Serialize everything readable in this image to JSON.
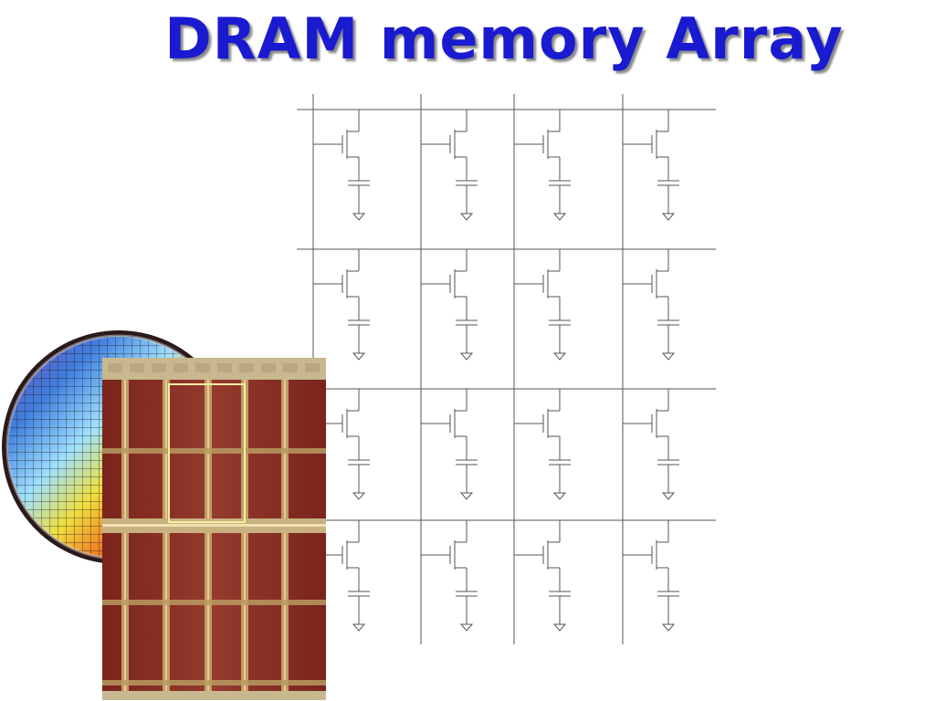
{
  "slide": {
    "title": "DRAM memory Array",
    "title_color": "#1a1ad0"
  },
  "diagram": {
    "rows": 4,
    "columns": 4,
    "line_color": "#555555"
  },
  "photos": {
    "wafer_icon": "silicon-wafer-photo",
    "die_icon": "dram-die-micrograph",
    "die_color": "#8b3028",
    "highlight_color": "#f2f2a0"
  }
}
